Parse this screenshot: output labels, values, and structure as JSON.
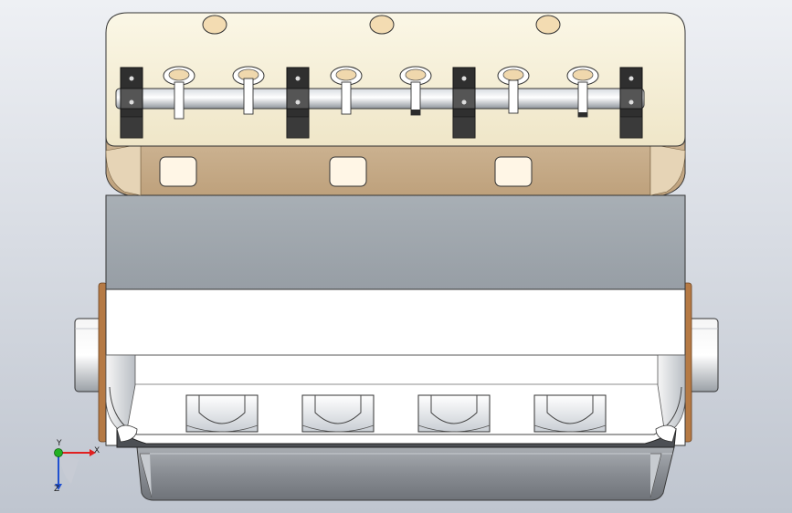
{
  "viewport": {
    "model": "engine-block",
    "view": "front-orthographic",
    "background": [
      "#eef0f4",
      "#bfc5cf"
    ]
  },
  "triad": {
    "x_label": "X",
    "y_label": "Y",
    "z_label": "Z",
    "x_color": "#e02020",
    "y_color": "#22b022",
    "z_color": "#2050d0"
  },
  "colors": {
    "cylinder_head": "#f7f1dc",
    "head_gasket_band": "#c4aa86",
    "block": "#9fa6ad",
    "crankcase": "#ffffff",
    "copper_ring": "#b57a45",
    "oil_pan": "#8d9197",
    "rocker_support": "#2c2c2c"
  }
}
